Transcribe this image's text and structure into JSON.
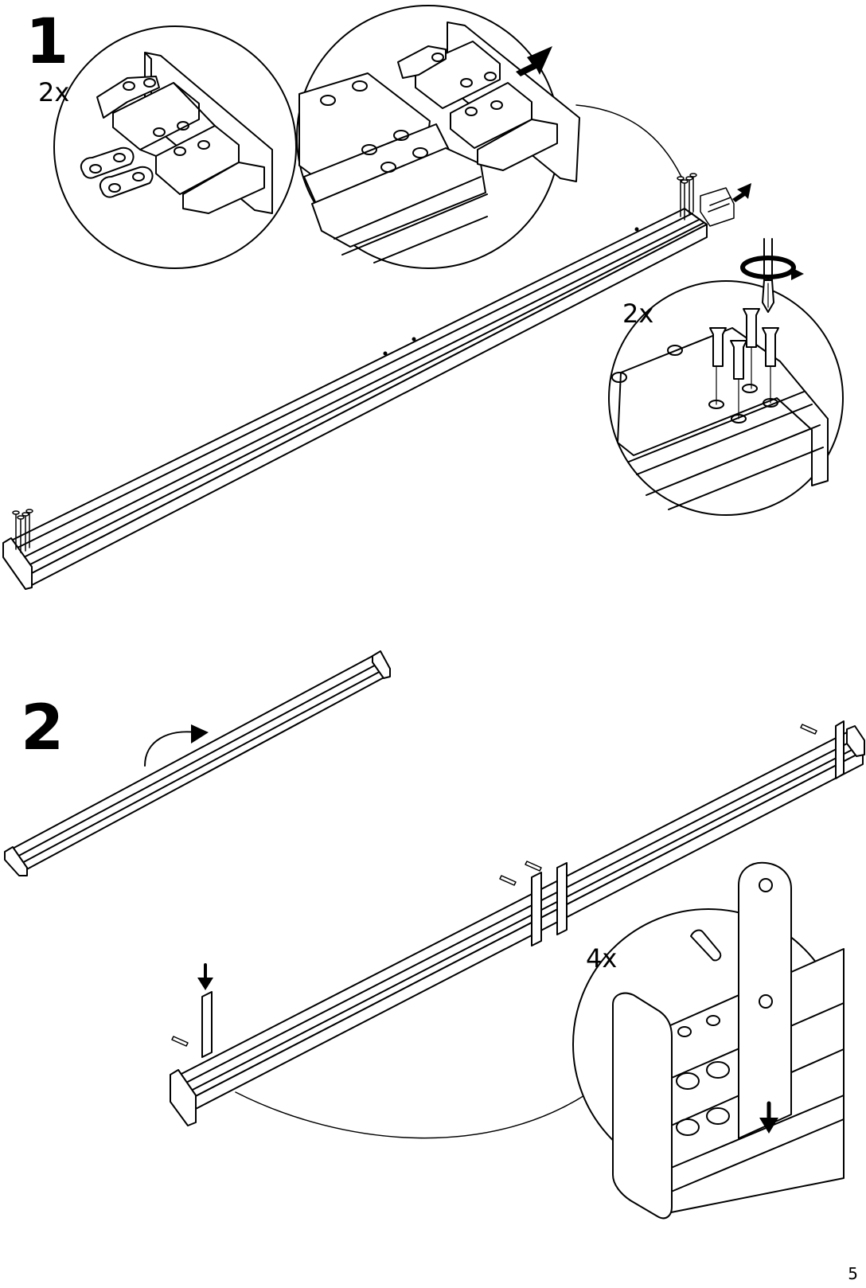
{
  "steps": [
    {
      "number": "1",
      "quantities": [
        "2x",
        "2x"
      ]
    },
    {
      "number": "2",
      "quantities": [
        "4x"
      ]
    }
  ],
  "page_number": "5",
  "colors": {
    "ink": "#000000",
    "paper": "#ffffff"
  },
  "icons": [
    "push-arrow-icon",
    "rotate-arrow-icon",
    "down-arrow-icon",
    "screwdriver-icon",
    "screw-icon",
    "flip-arrow-icon"
  ]
}
